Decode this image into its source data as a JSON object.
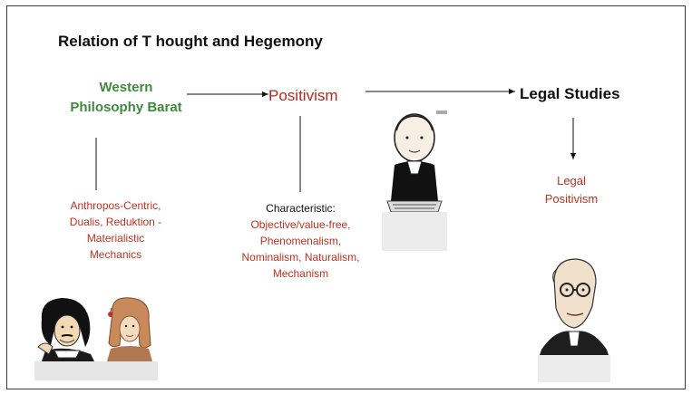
{
  "title": "Relation of T hought and Hegemony",
  "nodes": {
    "western": {
      "line1": "Western",
      "line2": "Philosophy Barat",
      "color": "#3f8a3a"
    },
    "positivism": {
      "label": "Positivism",
      "color": "#b02a1e"
    },
    "legal_studies": {
      "label": "Legal Studies"
    },
    "legal_positivism": {
      "line1": "Legal",
      "line2": "Positivism"
    }
  },
  "western_traits": [
    "Anthropos-Centric,",
    "Dualis, Reduktion -",
    "Materialistic",
    "Mechanics"
  ],
  "positivism_traits": {
    "heading": "Characteristic:",
    "items": [
      "Objective/value-free,",
      "Phenomenalism,",
      "Nominalism, Naturalism,",
      "Mechanism"
    ]
  },
  "portraits": [
    "descartes-caricature",
    "newton-caricature",
    "comte-caricature",
    "kelsen-caricature"
  ]
}
